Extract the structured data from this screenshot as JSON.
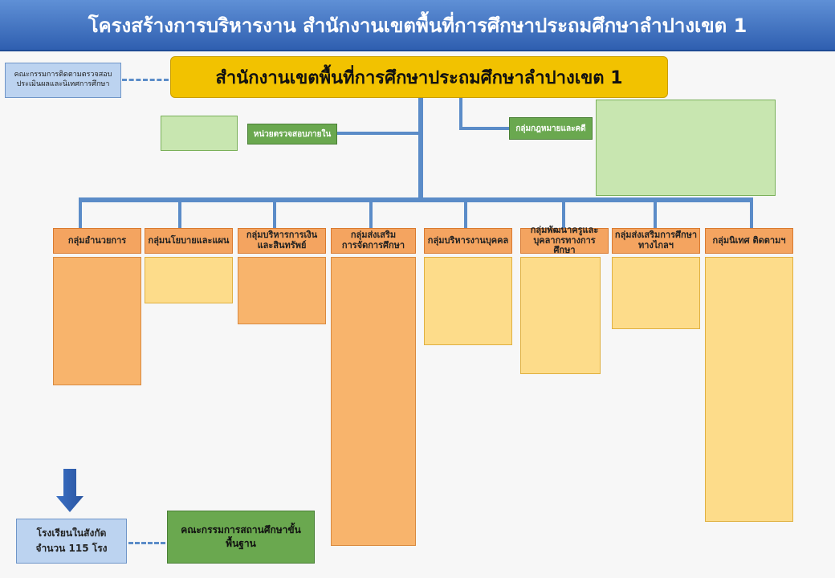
{
  "banner": {
    "title": "โครงสร้างการบริหารงาน สำนักงานเขตพื้นที่การศึกษาประถมศึกษาลำปางเขต 1"
  },
  "main_office": {
    "label": "สำนักงานเขตพื้นที่การศึกษาประถมศึกษาลำปางเขต 1"
  },
  "monitoring_committee": {
    "line1": "คณะกรรมการติดตามตรวจสอบ",
    "line2": "ประเมินผลและนิเทศการศึกษา"
  },
  "audit_unit": {
    "label": "หน่วยตรวจสอบภายใน"
  },
  "legal_group": {
    "label": "กลุ่มกฎหมายและคดี"
  },
  "departments": [
    {
      "line1": "กลุ่มอำนวยการ",
      "line2": ""
    },
    {
      "line1": "กลุ่มนโยบายและแผน",
      "line2": ""
    },
    {
      "line1": "กลุ่มบริหารการเงิน",
      "line2": "และสินทรัพย์"
    },
    {
      "line1": "กลุ่มส่งเสริม",
      "line2": "การจัดการศึกษา"
    },
    {
      "line1": "กลุ่มบริหารงานบุคคล",
      "line2": ""
    },
    {
      "line1": "กลุ่มพัฒนาครูและ",
      "line2": "บุคลากรทางการศึกษา"
    },
    {
      "line1": "กลุ่มส่งเสริมการศึกษา",
      "line2": "ทางไกลฯ"
    },
    {
      "line1": "กลุ่มนิเทศ ติดตามฯ",
      "line2": ""
    }
  ],
  "schools": {
    "line1": "โรงเรียนในสังกัด",
    "line2": "จำนวน 115 โรง"
  },
  "board": {
    "line1": "คณะกรรมการสถานศึกษาขั้น",
    "line2": "พื้นฐาน"
  },
  "colors": {
    "banner": "#2f5fb0",
    "main_office": "#f2c200",
    "department_header": "#f4a460",
    "department_detail": "#fddc8a",
    "green_unit": "#6aa84f",
    "light_green": "#c8e6b0",
    "connector": "#5b8cc8",
    "light_blue": "#bcd3f0"
  },
  "icons": {
    "arrow": "arrow-down-icon"
  }
}
